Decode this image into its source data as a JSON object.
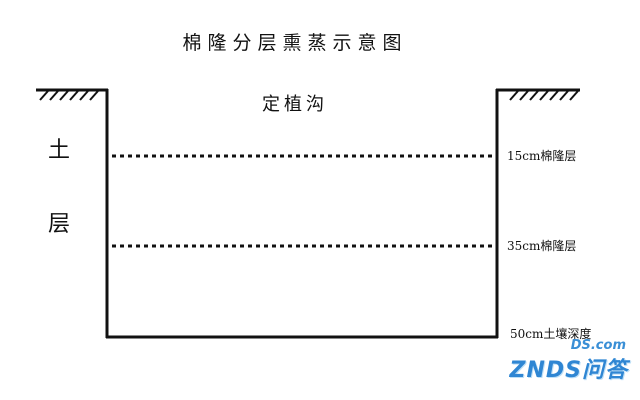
{
  "title": "棉隆分层熏蒸示意图",
  "trench_label": "定植沟",
  "soil_label_top": "土",
  "soil_label_bottom": "层",
  "layers": [
    {
      "label": "15cm棉隆层"
    },
    {
      "label": "35cm棉隆层"
    },
    {
      "label": "50cm土壤深度"
    }
  ],
  "watermark": {
    "top": "DS.com",
    "main": "ZNDS问答"
  },
  "colors": {
    "line": "#111111",
    "watermark": "#2f86d3"
  }
}
